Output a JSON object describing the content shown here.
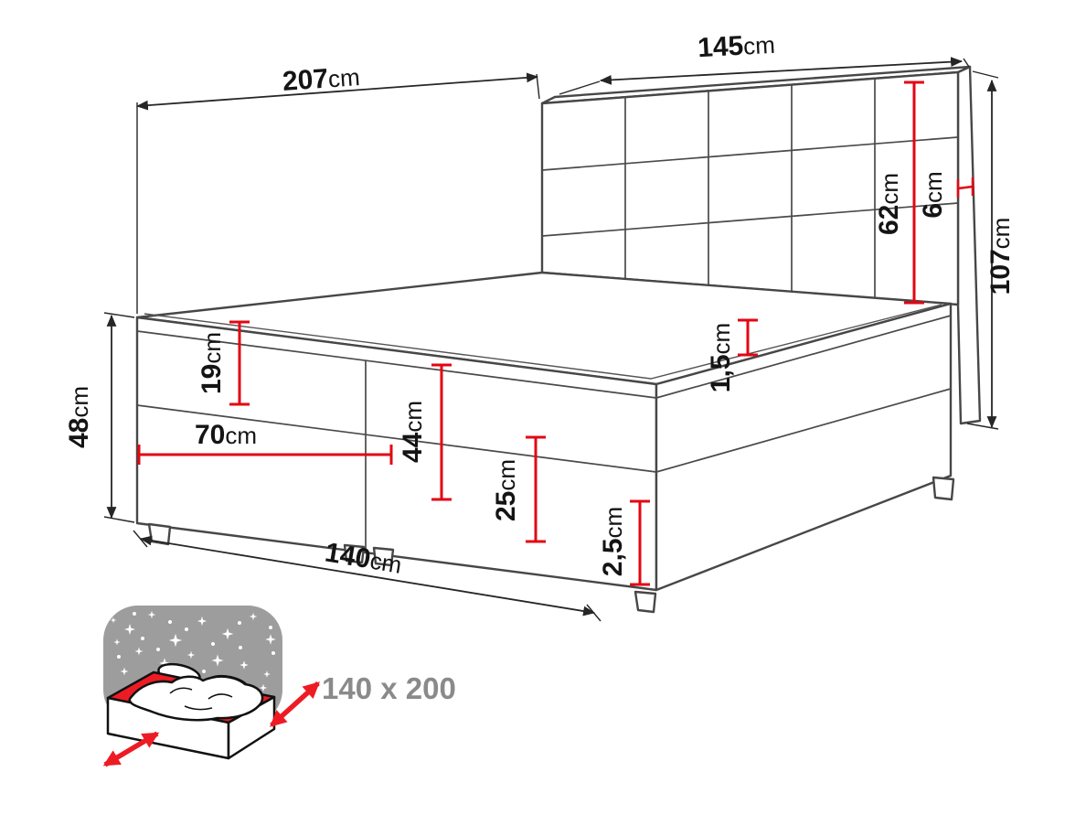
{
  "dimensions": {
    "d207": {
      "value": "207",
      "unit": "cm"
    },
    "d145": {
      "value": "145",
      "unit": "cm"
    },
    "d107": {
      "value": "107",
      "unit": "cm"
    },
    "d62": {
      "value": "62",
      "unit": "cm"
    },
    "d6": {
      "value": "6",
      "unit": "cm"
    },
    "d19": {
      "value": "19",
      "unit": "cm"
    },
    "d1_5": {
      "value": "1,5",
      "unit": "cm"
    },
    "d48": {
      "value": "48",
      "unit": "cm"
    },
    "d70": {
      "value": "70",
      "unit": "cm"
    },
    "d44": {
      "value": "44",
      "unit": "cm"
    },
    "d25": {
      "value": "25",
      "unit": "cm"
    },
    "d2_5": {
      "value": "2,5",
      "unit": "cm"
    },
    "d140": {
      "value": "140",
      "unit": "cm"
    }
  },
  "icon": {
    "size_label": "140 x 200"
  },
  "colors": {
    "dimension_red": "#e30613",
    "icon_red": "#ed1c24",
    "line_dark": "#474747",
    "icon_gray": "#9d9d9d",
    "label_gray": "#8a8a8a"
  }
}
